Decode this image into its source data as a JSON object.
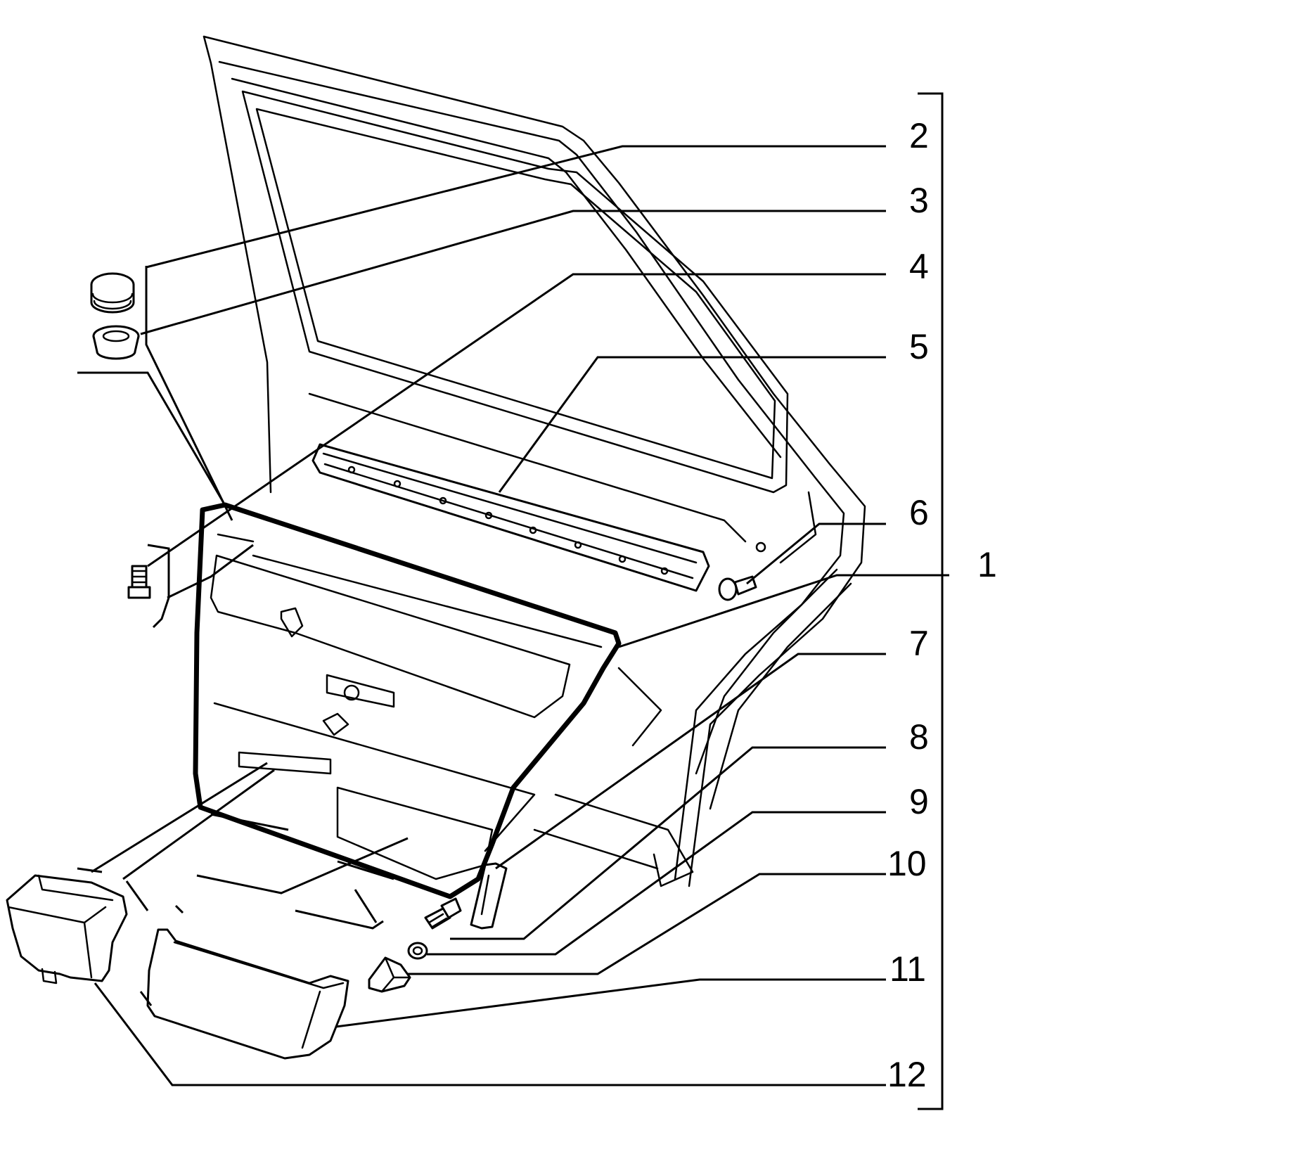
{
  "callouts": [
    {
      "id": "p2",
      "label": "2"
    },
    {
      "id": "p3",
      "label": "3"
    },
    {
      "id": "p4",
      "label": "4"
    },
    {
      "id": "p5",
      "label": "5"
    },
    {
      "id": "p6",
      "label": "6"
    },
    {
      "id": "p1",
      "label": "1"
    },
    {
      "id": "p7",
      "label": "7"
    },
    {
      "id": "p8",
      "label": "8"
    },
    {
      "id": "p9",
      "label": "9"
    },
    {
      "id": "p10",
      "label": "10"
    },
    {
      "id": "p11",
      "label": "11"
    },
    {
      "id": "p12",
      "label": "12"
    }
  ],
  "colors": {
    "line": "#000000",
    "background": "#ffffff"
  }
}
